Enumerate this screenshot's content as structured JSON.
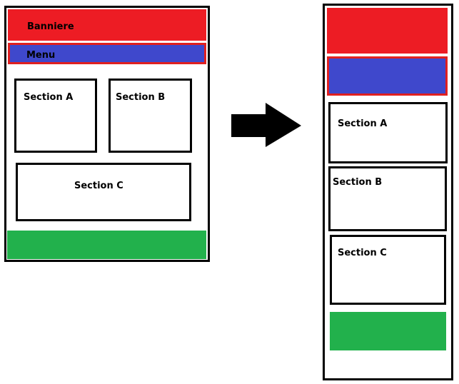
{
  "colors": {
    "banner": "#ed1c24",
    "menu": "#3f48cc",
    "menu_border": "#e02020",
    "footer": "#22b14c",
    "outline": "#000000",
    "arrow": "#000000"
  },
  "before": {
    "banner_label": "Banniere",
    "menu_label": "Menu",
    "sections": [
      "Section A",
      "Section B",
      "Section C"
    ]
  },
  "after": {
    "sections": [
      "Section A",
      "Section B",
      "Section C"
    ]
  },
  "arrow_icon": "right-arrow-icon"
}
